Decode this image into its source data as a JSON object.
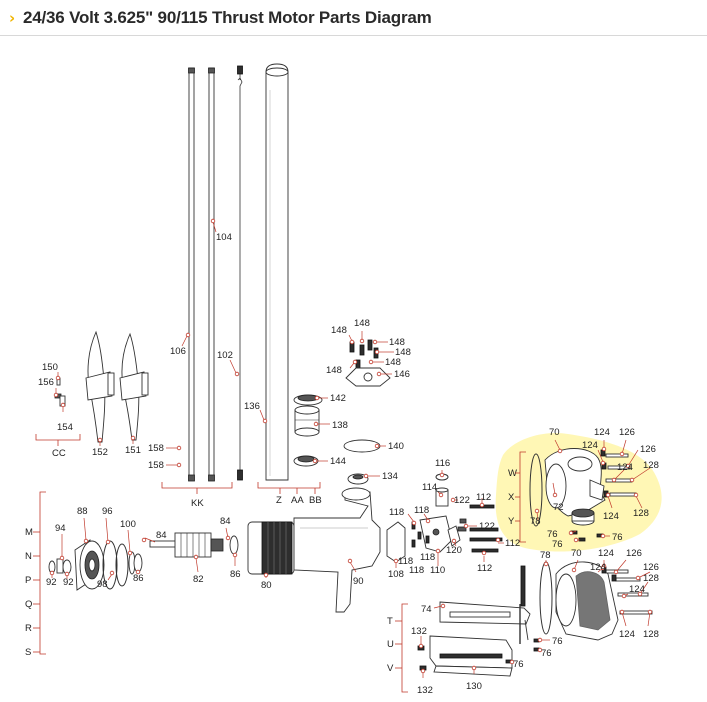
{
  "header": {
    "chevron": "›",
    "title": "24/36 Volt 3.625\" 90/115 Thrust Motor Parts Diagram"
  },
  "colors": {
    "accent": "#f0b400",
    "callout_line": "#c0392b",
    "highlight": "#fff6a8",
    "title_text": "#2a2a2a"
  },
  "callouts": {
    "c104": "104",
    "c106": "106",
    "c102": "102",
    "c136": "136",
    "c148a": "148",
    "c148b": "148",
    "c148c": "148",
    "c148d": "148",
    "c148e": "148",
    "c148f": "148",
    "c146": "146",
    "c142": "142",
    "c138": "138",
    "c140": "140",
    "c144": "144",
    "c134": "134",
    "c150": "150",
    "c156": "156",
    "c154": "154",
    "c152": "152",
    "c151": "151",
    "c158a": "158",
    "c158b": "158",
    "c116": "116",
    "c114": "114",
    "c122a": "122",
    "c112a": "112",
    "c122b": "122",
    "c112b": "112",
    "c112c": "112",
    "c118a": "118",
    "c118b": "118",
    "c118c": "118",
    "c118d": "118",
    "c118e": "118",
    "c120": "120",
    "c108": "108",
    "c110": "110",
    "c94": "94",
    "c88": "88",
    "c96": "96",
    "c100": "100",
    "c84a": "84",
    "c84b": "84",
    "c92a": "92",
    "c92b": "92",
    "c98": "98",
    "c86a": "86",
    "c86b": "86",
    "c82": "82",
    "c80": "80",
    "c90": "90",
    "c70a": "70",
    "c72": "72",
    "c78a": "78",
    "c76a": "76",
    "c76b": "76",
    "c76c": "76",
    "c124a": "124",
    "c126a": "126",
    "c124b": "124",
    "c126b": "126",
    "c124c": "124",
    "c128a": "128",
    "c124d": "124",
    "c128b": "128",
    "c78b": "78",
    "c70b": "70",
    "c124e": "124",
    "c126c": "126",
    "c124f": "124",
    "c126d": "126",
    "c128c": "128",
    "c124g": "124",
    "c124h": "124",
    "c128d": "128",
    "c74": "74",
    "c76d": "76",
    "c76e": "76",
    "c76f": "76",
    "c132a": "132",
    "c132b": "132",
    "c130": "130"
  },
  "group_labels": {
    "cc": "CC",
    "kk": "KK",
    "z": "Z",
    "aa": "AA",
    "bb": "BB",
    "w": "W",
    "x": "X",
    "y": "Y",
    "m": "M",
    "n": "N",
    "p": "P",
    "q": "Q",
    "r": "R",
    "s": "S",
    "t": "T",
    "u": "U",
    "v": "V"
  }
}
